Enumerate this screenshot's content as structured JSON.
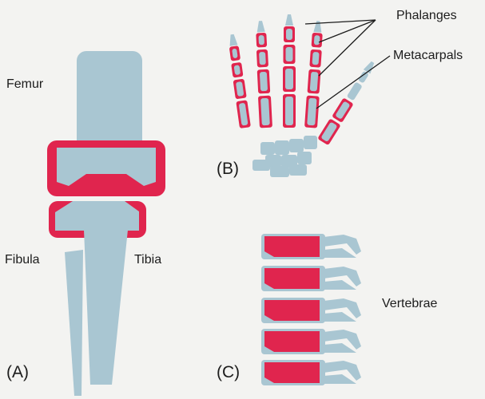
{
  "colors": {
    "background": "#f3f3f1",
    "bone": "#a9c6d2",
    "cartilage": "#e0254e",
    "label_text": "#1c1c1c",
    "leader_line": "#1c1c1c"
  },
  "panels": {
    "a": {
      "label": "(A)",
      "labels": {
        "femur": "Femur",
        "fibula": "Fibula",
        "tibia": "Tibia"
      }
    },
    "b": {
      "label": "(B)",
      "labels": {
        "phalanges": "Phalanges",
        "metacarpals": "Metacarpals"
      }
    },
    "c": {
      "label": "(C)",
      "labels": {
        "vertebrae": "Vertebrae"
      }
    }
  }
}
